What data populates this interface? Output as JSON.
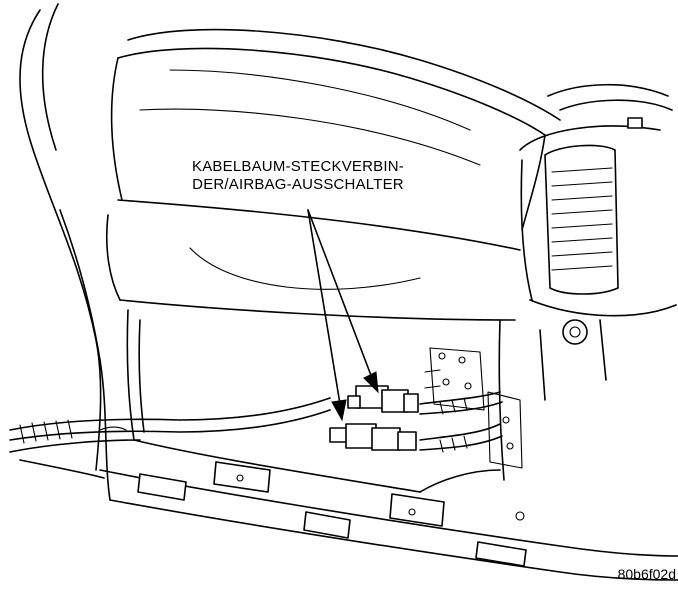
{
  "callout": {
    "line1": "KABELBAUM-STECKVERBIN-",
    "line2": "DER/AIRBAG-AUSSCHALTER"
  },
  "figure_id": "80b6f02d",
  "icons": {
    "arrow": "arrowhead",
    "connector": "wiring-connector"
  },
  "colors": {
    "ink": "#000000",
    "paper": "#ffffff"
  }
}
